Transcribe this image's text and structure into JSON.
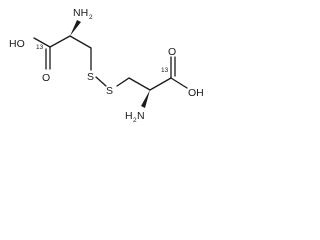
{
  "labels": {
    "oh_left": "HO",
    "o_left": "O",
    "iso_left": "13",
    "nh2_left": "NH",
    "nh2_left_sub": "2",
    "s_left": "S",
    "s_right": "S",
    "o_right": "O",
    "iso_right": "13",
    "oh_right": "OH",
    "nh2_right": "H",
    "nh2_right_sub": "2",
    "nh2_right_n": "N"
  }
}
